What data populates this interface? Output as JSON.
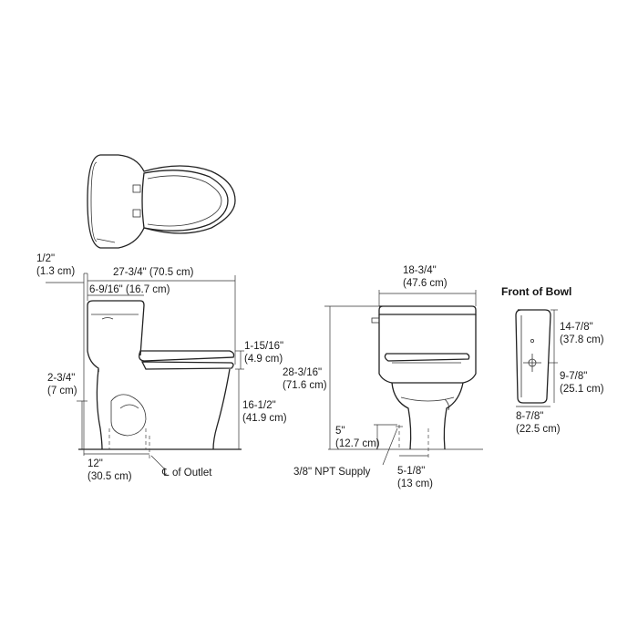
{
  "top_view": {},
  "side_view": {
    "outlet_offset": {
      "imperial": "1/2\"",
      "metric": "(1.3 cm)"
    },
    "overall_length": {
      "text": "27-3/4\" (70.5 cm)"
    },
    "tank_depth": {
      "text": "6-9/16\" (16.7 cm)"
    },
    "seat_thickness": {
      "imperial": "1-15/16\"",
      "metric": "(4.9 cm)"
    },
    "floor_to_trap": {
      "imperial": "2-3/4\"",
      "metric": "(7 cm)"
    },
    "rim_height": {
      "imperial": "16-1/2\"",
      "metric": "(41.9 cm)"
    },
    "rough_in": {
      "imperial": "12\"",
      "metric": "(30.5 cm)"
    },
    "outlet_centerline": {
      "symbol": "℄",
      "text": "of Outlet"
    }
  },
  "front_view": {
    "width": {
      "imperial": "18-3/4\"",
      "metric": "(47.6 cm)"
    },
    "overall_height": {
      "imperial": "28-3/16\"",
      "metric": "(71.6 cm)"
    },
    "supply_height": {
      "imperial": "5\"",
      "metric": "(12.7 cm)"
    },
    "supply_label": "3/8\" NPT Supply",
    "supply_offset": {
      "imperial": "5-1/8\"",
      "metric": "(13 cm)"
    }
  },
  "bowl_front": {
    "title": "Front of Bowl",
    "height": {
      "imperial": "14-7/8\"",
      "metric": "(37.8 cm)"
    },
    "upper": {
      "imperial": "9-7/8\"",
      "metric": "(25.1 cm)"
    },
    "width": {
      "imperial": "8-7/8\"",
      "metric": "(22.5 cm)"
    }
  }
}
